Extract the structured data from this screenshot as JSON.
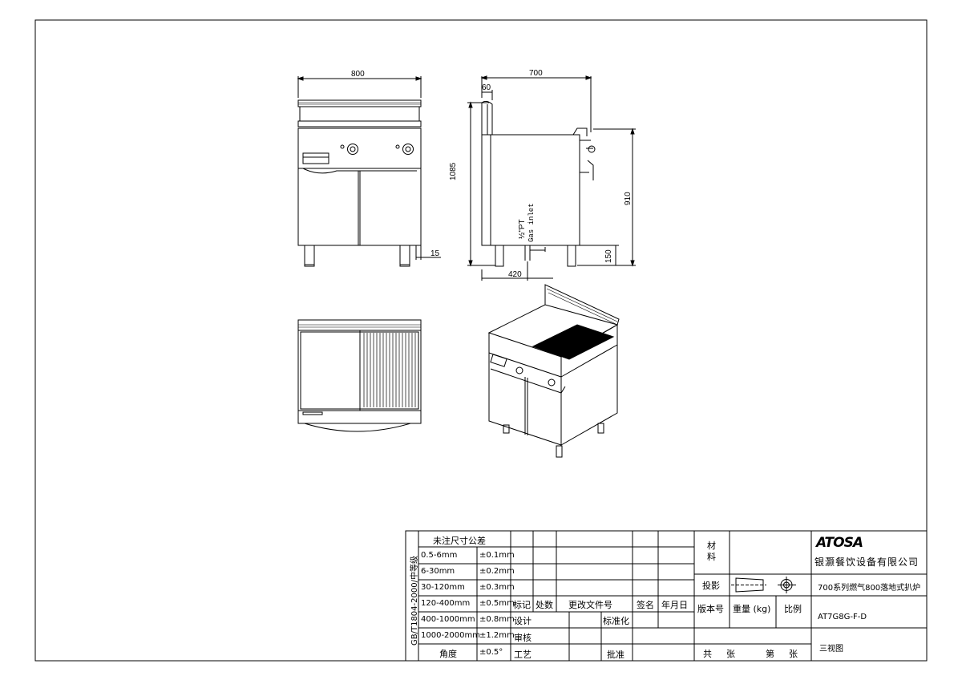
{
  "dimensions": {
    "front_width": "800",
    "side_depth": "700",
    "side_top": "60",
    "height_total": "1085",
    "height_work": "910",
    "foot_height": "150",
    "foot_offset": "15",
    "gas_depth": "420"
  },
  "gas_label": {
    "size": "½\"PT",
    "text": "Gas inlet"
  },
  "title_block": {
    "tolerance_header": "未注尺寸公差",
    "standard": "GB/T1804-2000/中等级",
    "tolerances": [
      {
        "range": "0.5-6mm",
        "value": "±0.1mm"
      },
      {
        "range": "6-30mm",
        "value": "±0.2mm"
      },
      {
        "range": "30-120mm",
        "value": "±0.3mm"
      },
      {
        "range": "120-400mm",
        "value": "±0.5mm"
      },
      {
        "range": "400-1000mm",
        "value": "±0.8mm"
      },
      {
        "range": "1000-2000mm",
        "value": "±1.2mm"
      },
      {
        "range": "角度",
        "value": "±0.5°"
      }
    ],
    "rev_headers": {
      "mark": "标记",
      "count": "处数",
      "doc": "更改文件号",
      "sign": "签名",
      "date": "年月日"
    },
    "roles": {
      "design": "设计",
      "standardize": "标准化",
      "review": "审核",
      "process": "工艺",
      "approve": "批准"
    },
    "material": "材料",
    "projection": "投影",
    "version": "版本号",
    "weight": "重量 (kg)",
    "scale": "比例",
    "sheets_total": "共",
    "sheets_unit": "张",
    "sheet_no": "第",
    "sheet_unit2": "张",
    "logo": "ATOSA",
    "company": "银灏餐饮设备有限公司",
    "product_name": "700系列燃气800落地式扒炉",
    "model": "AT7G8G-F-D",
    "view_type": "三视图"
  }
}
